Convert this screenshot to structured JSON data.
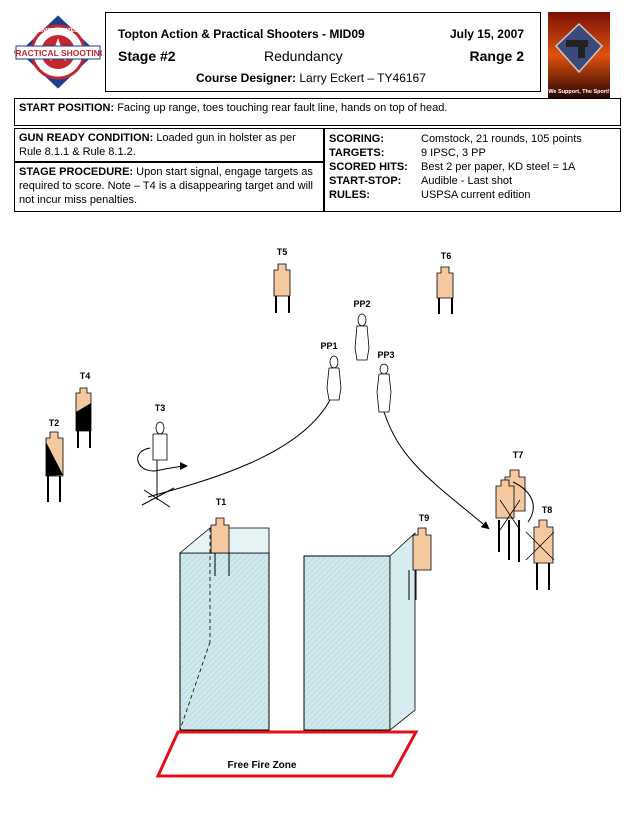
{
  "header": {
    "title": "Topton Action & Practical Shooters - MID09",
    "date": "July 15, 2007",
    "stage": "Stage #2",
    "stage_name": "Redundancy",
    "range": "Range 2",
    "designer_label": "Course Designer:",
    "designer": "Larry Eckert – TY46167"
  },
  "logos": {
    "left_text": "PRACTICAL SHOOTING",
    "left_ring": "UNITED STATES",
    "right_text": "We Support, The Sport!"
  },
  "start_position": {
    "label": "START POSITION:",
    "text": "Facing up range, toes touching rear fault line, hands on top of head."
  },
  "gun_ready": {
    "label": "GUN READY CONDITION:",
    "text": "Loaded gun in holster as per Rule 8.1.1 & Rule 8.1.2."
  },
  "procedure": {
    "label": "STAGE PROCEDURE:",
    "text": "Upon start signal, engage targets as required to score.  Note – T4 is a disappearing target and will not incur miss penalties."
  },
  "info": [
    {
      "key": "SCORING:",
      "value": "Comstock, 21 rounds, 105 points"
    },
    {
      "key": "TARGETS:",
      "value": "9 IPSC, 3 PP"
    },
    {
      "key": "SCORED HITS:",
      "value": "Best 2 per paper, KD steel = 1A"
    },
    {
      "key": "START-STOP:",
      "value": "Audible - Last shot"
    },
    {
      "key": "RULES:",
      "value": "USPSA current edition"
    }
  ],
  "diagram": {
    "labels": {
      "t1": "T1",
      "t2": "T2",
      "t3": "T3",
      "t4": "T4",
      "t5": "T5",
      "t6": "T6",
      "t7": "T7",
      "t8": "T8",
      "t9": "T9",
      "pp1": "PP1",
      "pp2": "PP2",
      "pp3": "PP3"
    },
    "free_fire_zone": "Free Fire Zone",
    "colors": {
      "target": "#f5c9a0",
      "wall": "#c5e3e8",
      "zone": "#e3101a",
      "noshoot": "#000000"
    }
  }
}
